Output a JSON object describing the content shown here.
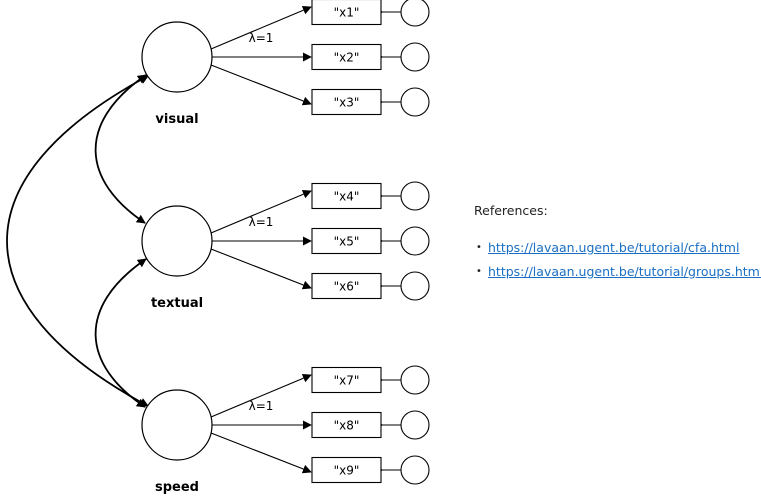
{
  "factors": [
    {
      "id": "visual",
      "label": "visual"
    },
    {
      "id": "textual",
      "label": "textual"
    },
    {
      "id": "speed",
      "label": "speed"
    }
  ],
  "indicators": [
    {
      "factor": "visual",
      "label": "\"x1\""
    },
    {
      "factor": "visual",
      "label": "\"x2\""
    },
    {
      "factor": "visual",
      "label": "\"x3\""
    },
    {
      "factor": "textual",
      "label": "\"x4\""
    },
    {
      "factor": "textual",
      "label": "\"x5\""
    },
    {
      "factor": "textual",
      "label": "\"x6\""
    },
    {
      "factor": "speed",
      "label": "\"x7\""
    },
    {
      "factor": "speed",
      "label": "\"x8\""
    },
    {
      "factor": "speed",
      "label": "\"x9\""
    }
  ],
  "loading_label": "λ=1",
  "covariances": [
    [
      "visual",
      "textual"
    ],
    [
      "textual",
      "speed"
    ],
    [
      "visual",
      "speed"
    ]
  ],
  "references": {
    "title": "References:",
    "links": [
      "https://lavaan.ugent.be/tutorial/cfa.html",
      "https://lavaan.ugent.be/tutorial/groups.html"
    ]
  }
}
